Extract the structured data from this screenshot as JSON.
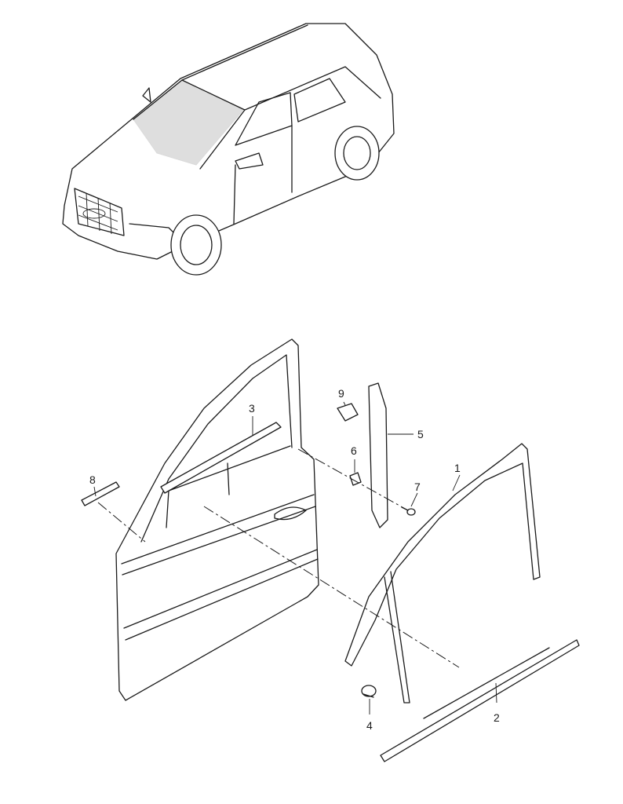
{
  "diagram": {
    "callouts": {
      "p1": "1",
      "p2": "2",
      "p3": "3",
      "p4": "4",
      "p5": "5",
      "p6": "6",
      "p7": "7",
      "p8": "8",
      "p9": "9"
    }
  }
}
